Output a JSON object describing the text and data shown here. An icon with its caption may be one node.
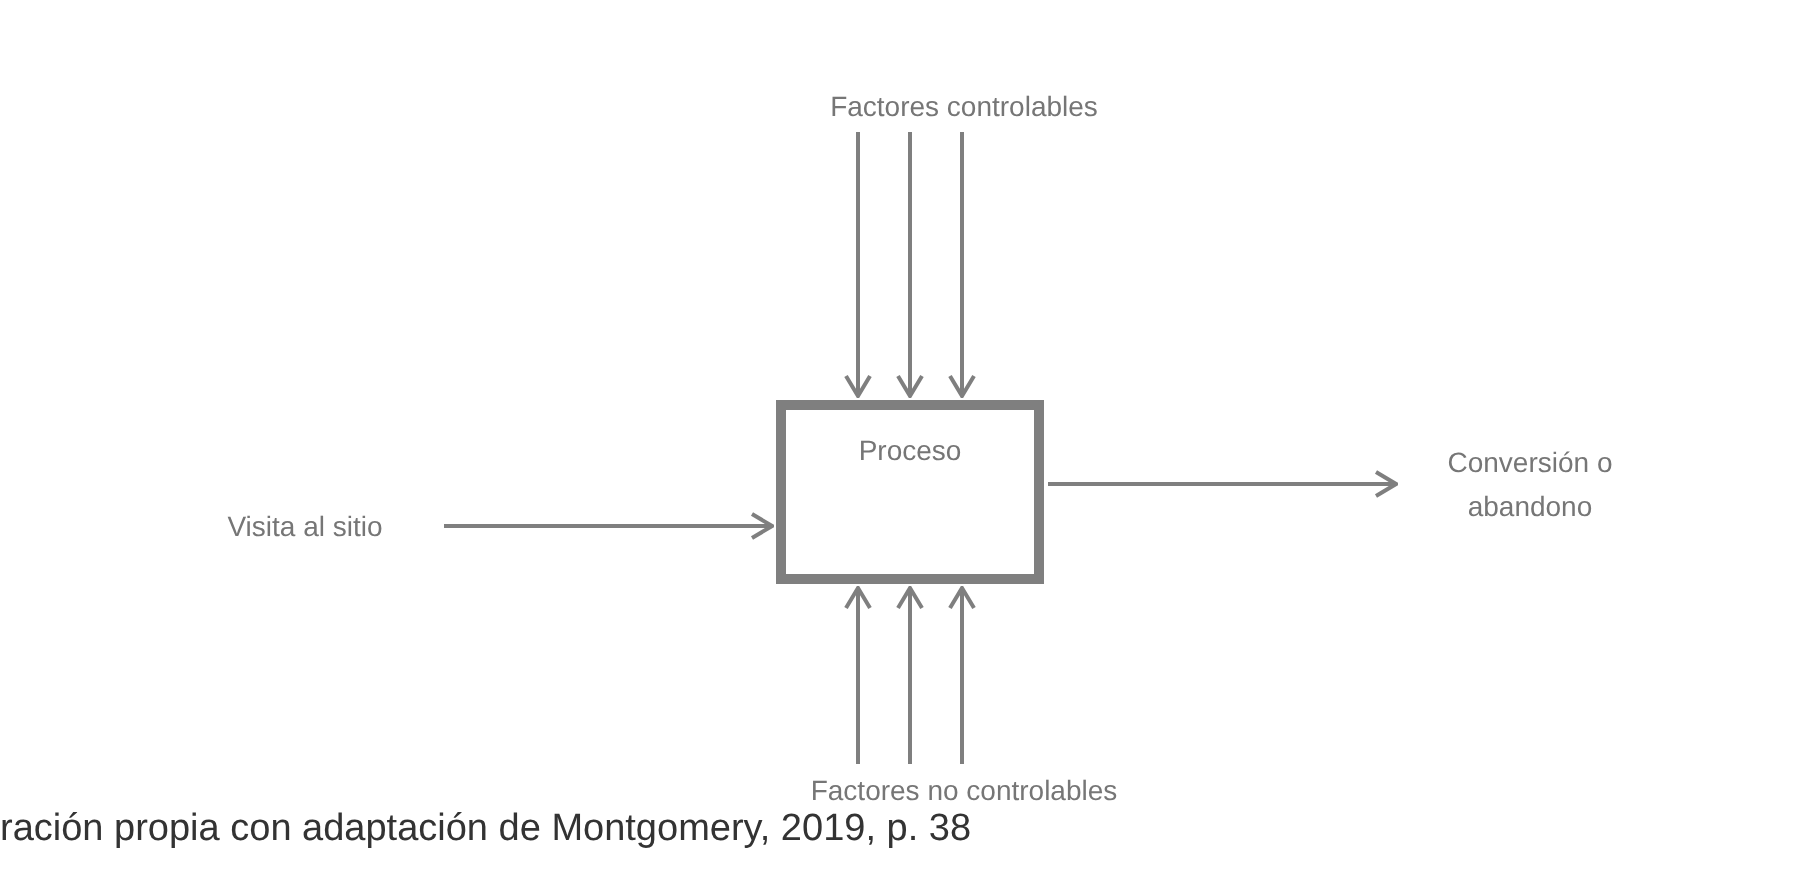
{
  "diagram": {
    "caption": "ración propia con adaptación de Montgomery, 2019, p. 38",
    "nodes": [
      {
        "text": [
          "Factores controlables"
        ]
      },
      {
        "text": [
          "Visita al sitio"
        ]
      },
      {
        "text": [
          "Proceso"
        ]
      },
      {
        "text": [
          "Conversión o abandono"
        ]
      },
      {
        "text": [
          "Factores no controlables"
        ]
      }
    ],
    "edges": [
      {
        "from": 0,
        "to": 2,
        "arrow": "to"
      },
      {
        "from": 0,
        "to": 2,
        "arrow": "to"
      },
      {
        "from": 0,
        "to": 2,
        "arrow": "to"
      },
      {
        "from": 1,
        "to": 2,
        "arrow": "to"
      },
      {
        "from": 2,
        "to": 3,
        "arrow": "to"
      },
      {
        "from": 4,
        "to": 2,
        "arrow": "to"
      },
      {
        "from": 4,
        "to": 2,
        "arrow": "to"
      },
      {
        "from": 4,
        "to": 2,
        "arrow": "to"
      }
    ]
  }
}
